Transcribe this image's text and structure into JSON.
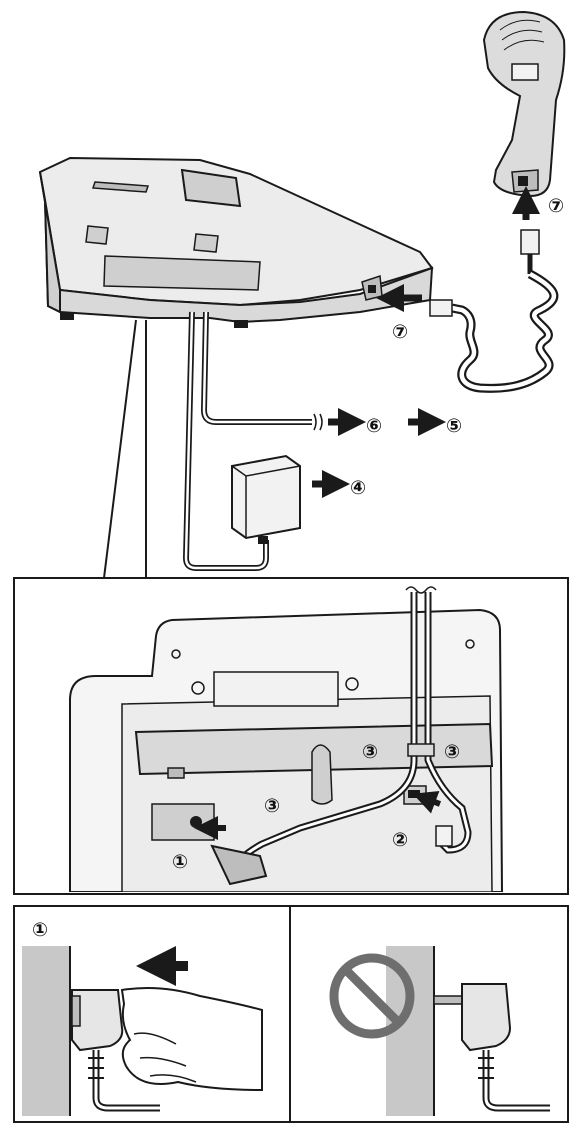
{
  "colors": {
    "ink": "#1a1a1a",
    "panel_fill": "#f5f5f5",
    "body_fill": "#d9d9d9",
    "shade_fill": "#bfbfbf",
    "wall_fill": "#c8c8c8",
    "prohibit_ring": "#6e6e6e",
    "background": "#ffffff"
  },
  "labels": {
    "handset_cord_to_handset": "⑦",
    "handset_cord_to_base": "⑦",
    "phone_line_step_a": "⑥",
    "phone_line_step_b": "⑤",
    "adaptor_step": "④",
    "hook_left": "③",
    "hook_center": "③",
    "hook_right": "③",
    "line_jack": "②",
    "power_jack": "①",
    "detail_panel": "①"
  },
  "icons": {
    "arrow": "arrow-icon",
    "prohibited": "prohibited-icon"
  }
}
